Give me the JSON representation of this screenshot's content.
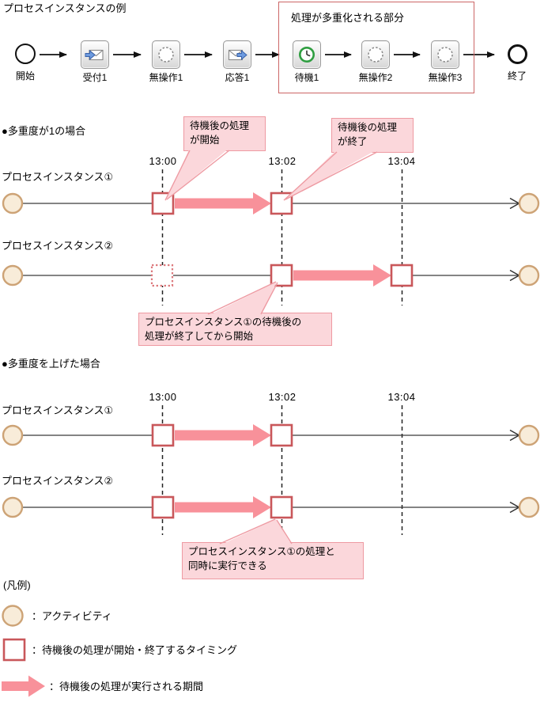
{
  "flow": {
    "title": "プロセスインスタンスの例",
    "box_label": "処理が多重化される部分",
    "nodes": [
      {
        "id": "start",
        "label": "開始"
      },
      {
        "id": "receive1",
        "label": "受付1"
      },
      {
        "id": "noop1",
        "label": "無操作1"
      },
      {
        "id": "reply1",
        "label": "応答1"
      },
      {
        "id": "wait1",
        "label": "待機1"
      },
      {
        "id": "noop2",
        "label": "無操作2"
      },
      {
        "id": "noop3",
        "label": "無操作3"
      },
      {
        "id": "end",
        "label": "終了"
      }
    ]
  },
  "section1": {
    "title": "●多重度が1の場合",
    "timestamps": [
      "13:00",
      "13:02",
      "13:04"
    ],
    "rows": [
      {
        "label": "プロセスインスタンス①"
      },
      {
        "label": "プロセスインスタンス②"
      }
    ],
    "callout_start": {
      "line1": "待機後の処理",
      "line2": "が開始"
    },
    "callout_end": {
      "line1": "待機後の処理",
      "line2": "が終了"
    },
    "callout_after": {
      "line1": "プロセスインスタンス①の待機後の",
      "line2": "処理が終了してから開始"
    }
  },
  "section2": {
    "title": "●多重度を上げた場合",
    "timestamps": [
      "13:00",
      "13:02",
      "13:04"
    ],
    "rows": [
      {
        "label": "プロセスインスタンス①"
      },
      {
        "label": "プロセスインスタンス②"
      }
    ],
    "callout_parallel": {
      "line1": "プロセスインスタンス①の処理と",
      "line2": "同時に実行できる"
    }
  },
  "legend": {
    "title": "(凡例)",
    "items": [
      {
        "label": "：アクティビティ"
      },
      {
        "label": "：待機後の処理が開始・終了するタイミング"
      },
      {
        "label": "：待機後の処理が実行される期間"
      }
    ]
  },
  "colors": {
    "execution_arrow": "#f8919a",
    "timing_marker_border": "#c9575a",
    "activity_fill": "#f8ecd9",
    "activity_border": "#cda376",
    "callout_fill": "#fbd7db",
    "callout_border": "#ee9aa2",
    "multiplex_box_border": "#cc6666",
    "wait_clock_green": "#2f9e41",
    "mail_arrow_blue": "#6d9be0"
  }
}
